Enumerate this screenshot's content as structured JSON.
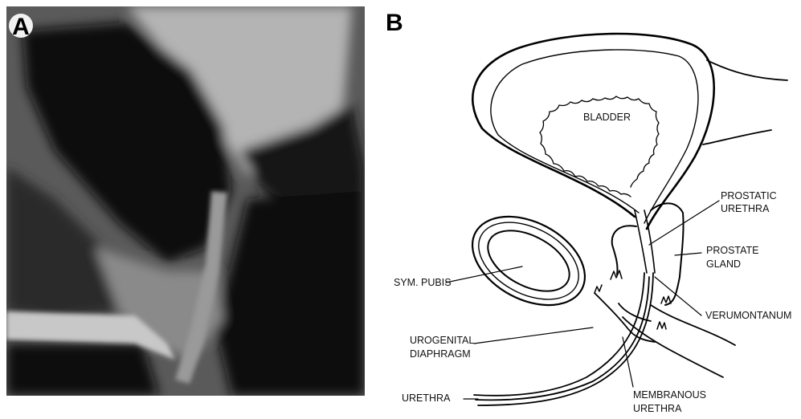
{
  "panel_a": {
    "letter": "A"
  },
  "panel_b": {
    "letter": "B",
    "labels": {
      "bladder": "BLADDER",
      "prostatic_urethra_1": "PROSTATIC",
      "prostatic_urethra_2": "URETHRA",
      "prostate_gland_1": "PROSTATE",
      "prostate_gland_2": "GLAND",
      "sym_pubis": "SYM. PUBIS",
      "verumontanum": "VERUMONTANUM",
      "urogenital_1": "UROGENITAL",
      "urogenital_2": "DIAPHRAGM",
      "urethra": "URETHRA",
      "membranous_1": "MEMBRANOUS",
      "membranous_2": "URETHRA"
    }
  }
}
